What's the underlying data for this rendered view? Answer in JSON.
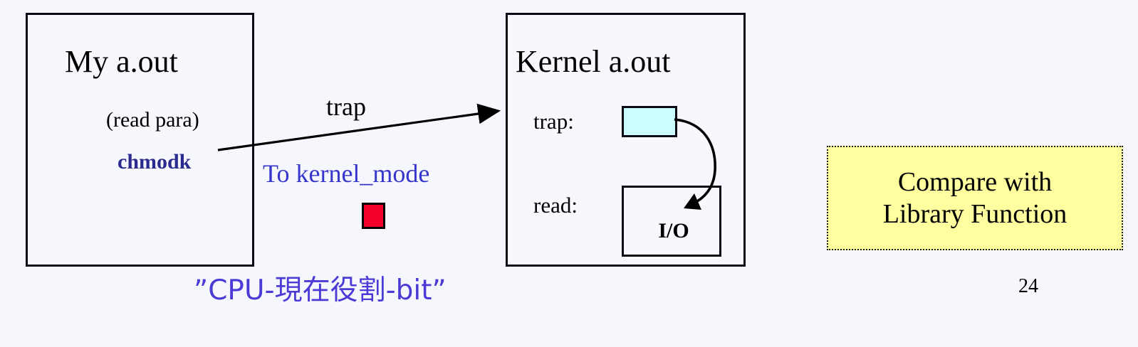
{
  "slide": {
    "background_color": "#f6f7fc",
    "number": "24"
  },
  "user_process": {
    "title": "My a.out",
    "note": "(read para)",
    "call": "chmodk",
    "call_color": "#2b2b8f"
  },
  "kernel_process": {
    "title": "Kernel a.out",
    "trap_label": "trap:",
    "read_label": "read:",
    "trap_cell_color": "#ccfdfd",
    "io_label": "I/O"
  },
  "annotations": {
    "trap_arrow_label": "trap",
    "mode_switch_text": "To kernel_mode",
    "mode_switch_color": "#3636cc",
    "mode_bit_color": "#f5002a",
    "cpu_bit_caption": "”CPU-現在役割-bit”",
    "cpu_bit_caption_color": "#4b3bd6"
  },
  "callout": {
    "line1": "Compare with",
    "line2": "Library Function",
    "background_color": "#ffffa0",
    "border_style": "dotted"
  },
  "icons": {
    "trap_arrow": "long-right-arrow-icon",
    "dispatch_arrow": "curved-down-arrow-icon"
  }
}
